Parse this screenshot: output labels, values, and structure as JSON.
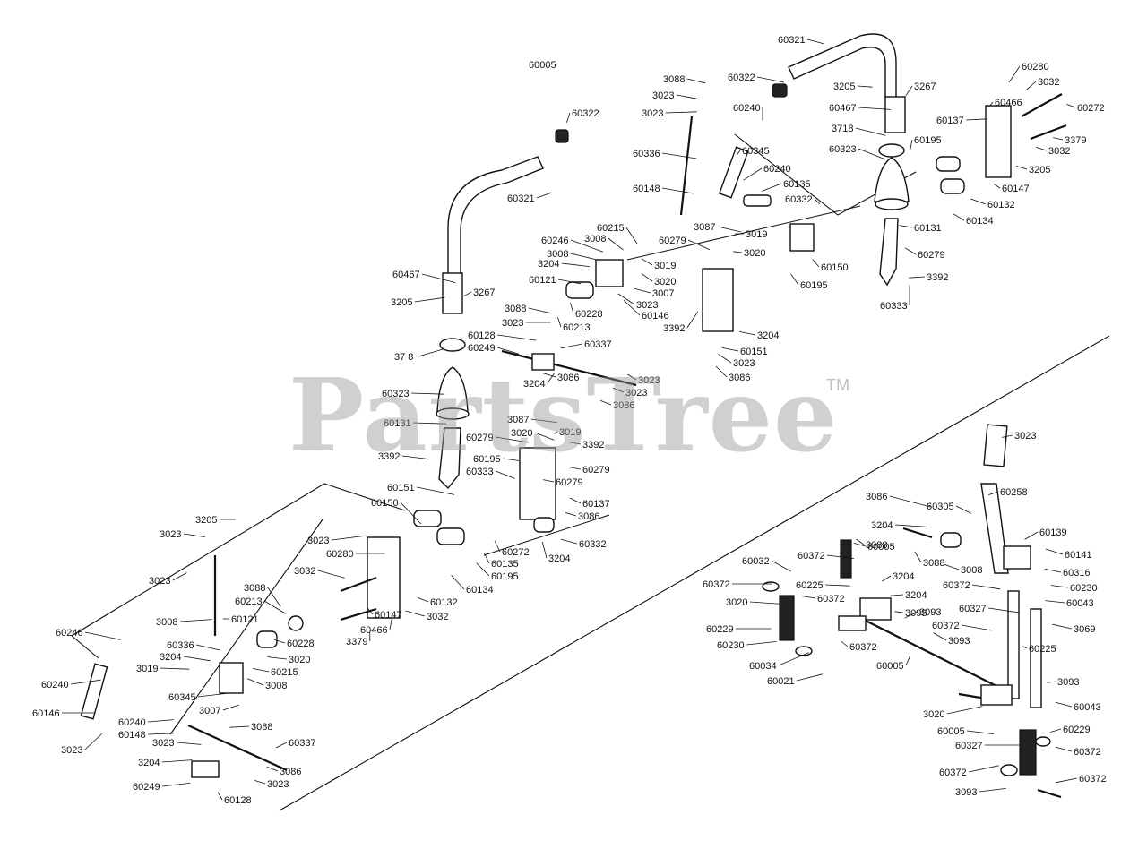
{
  "watermark": {
    "text": "PartsTree",
    "tm": "TM"
  },
  "callouts": [
    "60321",
    "60322",
    "3205",
    "3267",
    "60467",
    "3718",
    "60323",
    "60280",
    "60466",
    "3032",
    "60272",
    "60137",
    "60195",
    "3379",
    "3205",
    "3032",
    "60147",
    "60132",
    "60134",
    "60131",
    "60279",
    "3392",
    "60333",
    "3088",
    "3023",
    "3023",
    "60240",
    "60345",
    "60336",
    "60240",
    "60135",
    "60148",
    "60332",
    "3087",
    "3019",
    "3020",
    "60279",
    "60150",
    "60195",
    "60215",
    "60246",
    "3008",
    "3008",
    "3204",
    "3019",
    "3020",
    "60121",
    "3007",
    "3023",
    "60146",
    "60228",
    "60213",
    "3392",
    "3204",
    "60151",
    "3023",
    "3086",
    "60321",
    "60322",
    "60467",
    "3205",
    "3267",
    "3088",
    "3023",
    "60128",
    "60337",
    "60249",
    "3204",
    "3086",
    "3023",
    "3023",
    "3086",
    "37 8",
    "60323",
    "60131",
    "3087",
    "3019",
    "60279",
    "3020",
    "3392",
    "60279",
    "3392",
    "60195",
    "60333",
    "60279",
    "60151",
    "60150",
    "60137",
    "3086",
    "3023",
    "60280",
    "3032",
    "60272",
    "60332",
    "3204",
    "60135",
    "60195",
    "60134",
    "60132",
    "60147",
    "3032",
    "60466",
    "3379",
    "3205",
    "3023",
    "3023",
    "3088",
    "60213",
    "60228",
    "60121",
    "3008",
    "60336",
    "3020",
    "3204",
    "3019",
    "60215",
    "3008",
    "60246",
    "60240",
    "60345",
    "3007",
    "60146",
    "3023",
    "60240",
    "60148",
    "3088",
    "3023",
    "60337",
    "3204",
    "3086",
    "60249",
    "3023",
    "60128",
    "3023",
    "3086",
    "60305",
    "60258",
    "3204",
    "60139",
    "3088",
    "60141",
    "60372",
    "3088",
    "60316",
    "60032",
    "3008",
    "60005",
    "3204",
    "60372",
    "60230",
    "60225",
    "3204",
    "60372",
    "60043",
    "60372",
    "3093",
    "3020",
    "60327",
    "3069",
    "60229",
    "3093",
    "60230",
    "60372",
    "3093",
    "60225",
    "60034",
    "60005",
    "60021",
    "60372",
    "3093",
    "3020",
    "60043",
    "60229",
    "60005",
    "60372",
    "60327",
    "60372",
    "60372",
    "3093",
    "60005"
  ]
}
